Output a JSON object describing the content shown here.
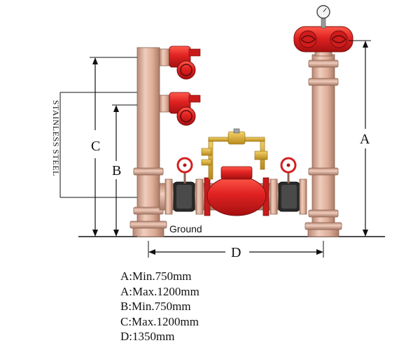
{
  "diagram": {
    "material_label": "STAINLESS STEEL",
    "ground_label": "Ground",
    "dimensions": [
      {
        "key": "A",
        "letter": "A"
      },
      {
        "key": "B",
        "letter": "B"
      },
      {
        "key": "C",
        "letter": "C"
      },
      {
        "key": "D",
        "letter": "D"
      }
    ]
  },
  "specs": [
    {
      "text": "A:Min.750mm"
    },
    {
      "text": "A:Max.1200mm"
    },
    {
      "text": "B:Min.750mm"
    },
    {
      "text": "C:Max.1200mm"
    },
    {
      "text": "D:1350mm"
    }
  ],
  "colors": {
    "pipe": "#e3b6a0",
    "pipe_shadow": "#b98874",
    "flange": "#dca893",
    "valve_red": "#e02222",
    "brass": "#d4a629",
    "coupling": "#2a2a2a",
    "line": "#111111"
  }
}
